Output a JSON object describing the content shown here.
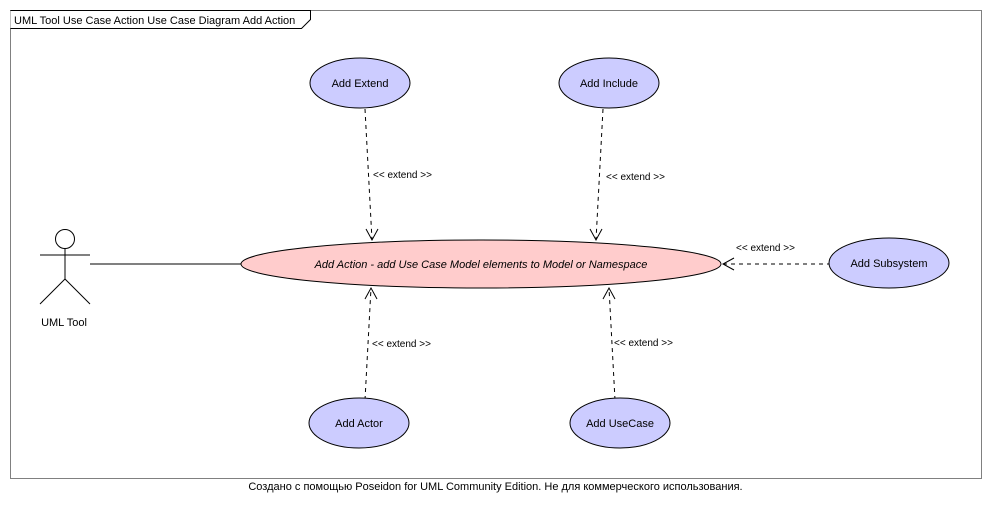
{
  "frame": {
    "title": "UML Tool Use Case Action Use Case Diagram  Add Action"
  },
  "actor": {
    "name": "UML Tool"
  },
  "main_use_case": {
    "label": "Add Action - add Use Case Model elements to Model or Namespace",
    "fill": "#ffcccc"
  },
  "use_cases": {
    "add_extend": "Add Extend",
    "add_include": "Add Include",
    "add_subsystem": "Add Subsystem",
    "add_actor": "Add Actor",
    "add_usecase": "Add UseCase",
    "fill": "#ccccff"
  },
  "relations": {
    "extend_from_add_extend": "<< extend >>",
    "extend_from_add_include": "<< extend >>",
    "extend_from_add_subsystem": "<< extend >>",
    "extend_from_add_actor": "<< extend >>",
    "extend_from_add_usecase": "<< extend >>"
  },
  "footer": {
    "text": "Создано с помощью Poseidon for UML Community Edition. Не для коммерческого использования."
  }
}
